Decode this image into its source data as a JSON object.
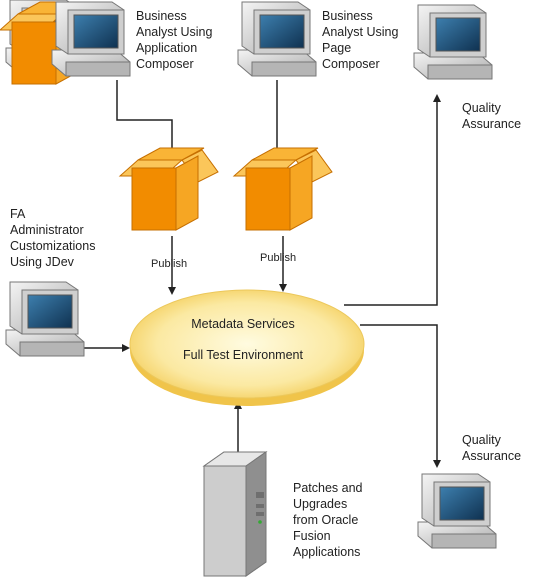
{
  "nodes": {
    "ba_app_composer": "Business\nAnalyst Using\nApplication\nComposer",
    "ba_page_composer": "Business\nAnalyst Using\nPage\nComposer",
    "qa_top": "Quality\nAssurance",
    "fa_admin": "FA\nAdministrator\nCustomizations\nUsing JDev",
    "publish_left": "Publish",
    "publish_right": "Publish",
    "mds_title": "Metadata Services",
    "mds_subtitle": "Full Test Environment",
    "qa_bottom": "Quality\nAssurance",
    "patches": "Patches and\nUpgrades\nfrom Oracle\nFusion\nApplications"
  },
  "colors": {
    "box_front": "#f28c00",
    "box_side": "#f6b13a",
    "box_flap": "#fbc65a",
    "ellipse_center": "#fff8cc",
    "ellipse_edge": "#f7d56a",
    "monitor_screen": "#1e4f74",
    "computer_body": "#c9c9c9",
    "connector": "#222222"
  },
  "icons": [
    "computer-icon",
    "box-icon",
    "server-icon",
    "database-ellipse"
  ]
}
